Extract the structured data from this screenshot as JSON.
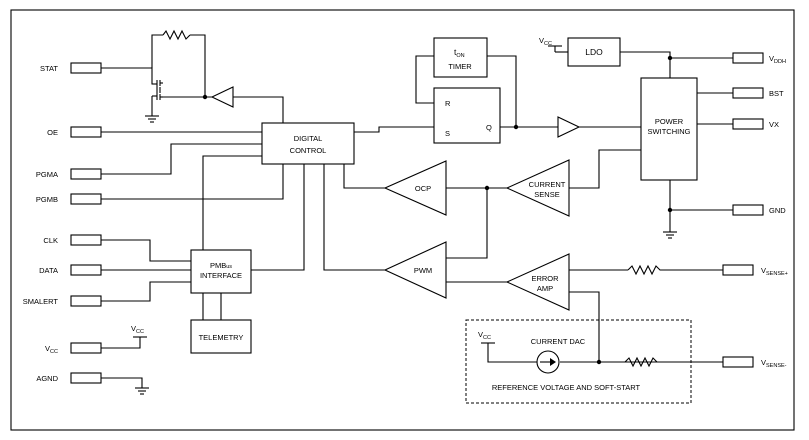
{
  "pins_left": {
    "stat": "STAT",
    "oe": "OE",
    "pgma": "PGMA",
    "pgmb": "PGMB",
    "clk": "CLK",
    "data": "DATA",
    "smalert": "SMALERT",
    "vcc_main": "V",
    "vcc_sub": "CC",
    "agnd": "AGND"
  },
  "pins_right": {
    "vddh_main": "V",
    "vddh_sub": "DDH",
    "bst": "BST",
    "vx": "VX",
    "gnd": "GND",
    "vsense_pos_main": "V",
    "vsense_pos_sub": "SENSE+",
    "vsense_neg_main": "V",
    "vsense_neg_sub": "SENSE-"
  },
  "blocks": {
    "digital_control": [
      "DIGITAL",
      "CONTROL"
    ],
    "ton_timer": {
      "t": "t",
      "sub": "ON",
      "label": "TIMER"
    },
    "ldo": "LDO",
    "flipflop": {
      "r": "R",
      "s": "S",
      "q": "Q"
    },
    "power_switching": [
      "POWER",
      "SWITCHING"
    ],
    "ocp": "OCP",
    "current_sense": [
      "CURRENT",
      "SENSE"
    ],
    "pwm": "PWM",
    "error_amp": [
      "ERROR",
      "AMP"
    ],
    "pmbus_interface": {
      "line1_main": "PMB",
      "line1_sub": "us",
      "line2": "INTERFACE"
    },
    "telemetry": "TELEMETRY",
    "current_dac": "CURRENT DAC",
    "reference": "REFERENCE VOLTAGE AND SOFT-START"
  },
  "supply_labels": {
    "v": "V",
    "cc": "CC"
  }
}
